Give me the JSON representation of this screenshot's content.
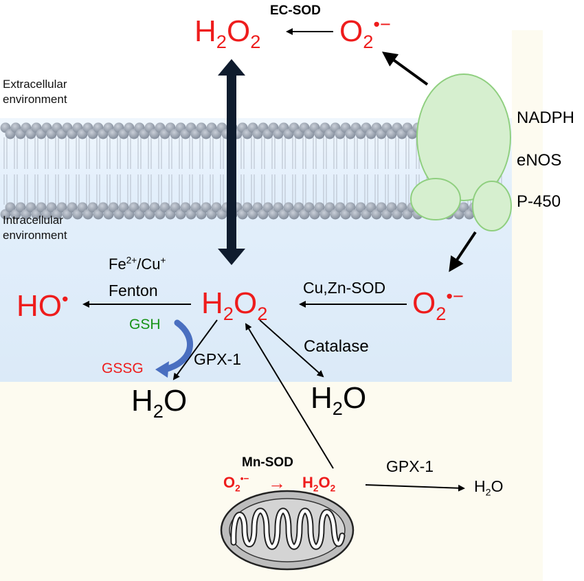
{
  "labels": {
    "ec_sod": "EC-SOD",
    "top_h2o2": {
      "main": "H",
      "sub1": "2",
      "mid": "O",
      "sub2": "2"
    },
    "top_o2": {
      "main": "O",
      "sub": "2",
      "sup": "•−"
    },
    "extracellular": [
      "Extracellular",
      "environment"
    ],
    "intracellular": [
      "Intracellular",
      "environment"
    ],
    "enzymes": [
      "NADPH",
      "eNOS",
      "P-450"
    ],
    "fenton_metals": {
      "fe": "Fe",
      "fe_sup": "2+",
      "sep": "/Cu",
      "cu_sup": "+"
    },
    "fenton": "Fenton",
    "ho": {
      "main": "HO",
      "sup": "•"
    },
    "center_h2o2": {
      "main": "H",
      "sub1": "2",
      "mid": "O",
      "sub2": "2"
    },
    "cu_zn_sod": "Cu,Zn-SOD",
    "right_o2": {
      "main": "O",
      "sub": "2",
      "sup": "•−"
    },
    "gsh": "GSH",
    "gssg": "GSSG",
    "gpx1_left": "GPX-1",
    "catalase": "Catalase",
    "h2o_left": {
      "main": "H",
      "sub": "2",
      "end": "O"
    },
    "h2o_right": {
      "main": "H",
      "sub": "2",
      "end": "O"
    },
    "mn_sod": "Mn-SOD",
    "mito_o2": {
      "main": "O",
      "sub": "2",
      "sup": "•−"
    },
    "mito_arrow": "→",
    "mito_h2o2": {
      "main": "H",
      "sub1": "2",
      "mid": "O",
      "sub2": "2"
    },
    "gpx1_right": "GPX-1",
    "h2o_small": {
      "main": "H",
      "sub": "2",
      "end": "O"
    }
  },
  "colors": {
    "species_red": "#ee1c1c",
    "gsh_green": "#169316",
    "enzyme_fill": "#d6efcf",
    "enzyme_stroke": "#8fcf7f",
    "membrane_head": "#8e98a6",
    "panel_cream": "#fdfbf0",
    "cell_blue": "#dbeaf8",
    "mito_fill": "#bcbcbc"
  },
  "icons": [
    "membrane-bilayer-graphic",
    "mitochondrion-icon",
    "enzyme-complex-shape",
    "curved-arrow-icon"
  ]
}
